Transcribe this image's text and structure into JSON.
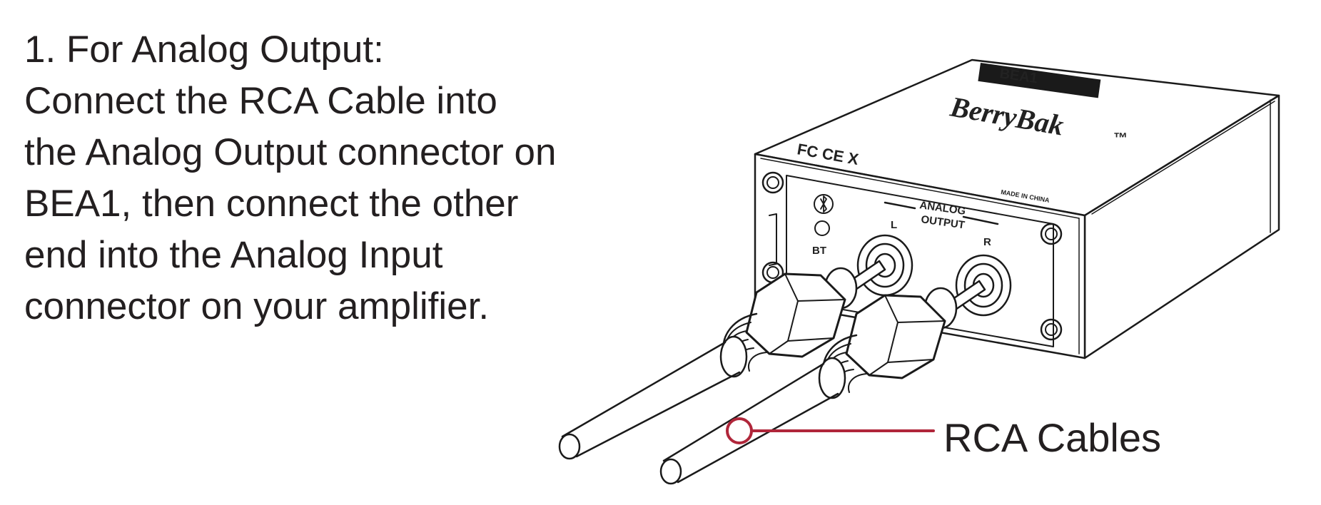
{
  "instructions": {
    "lines": [
      "1. For Analog Output:",
      "Connect the RCA Cable into",
      "the Analog Output connector on",
      "BEA1, then connect the other",
      "end into the Analog Input",
      "connector on your amplifier."
    ]
  },
  "device": {
    "model_badge": "BEA1",
    "brand": "BerryBak",
    "trademark": "™",
    "cert_marks": "FC CE X",
    "made_in": "MADE IN CHINA",
    "panel_label_line1": "ANALOG",
    "panel_label_line2": "OUTPUT",
    "left_channel": "L",
    "right_channel": "R",
    "bt_label": "BT",
    "bluetooth_icon": "bluetooth-icon"
  },
  "callout": {
    "label": "RCA Cables",
    "color": "#b0263a"
  }
}
